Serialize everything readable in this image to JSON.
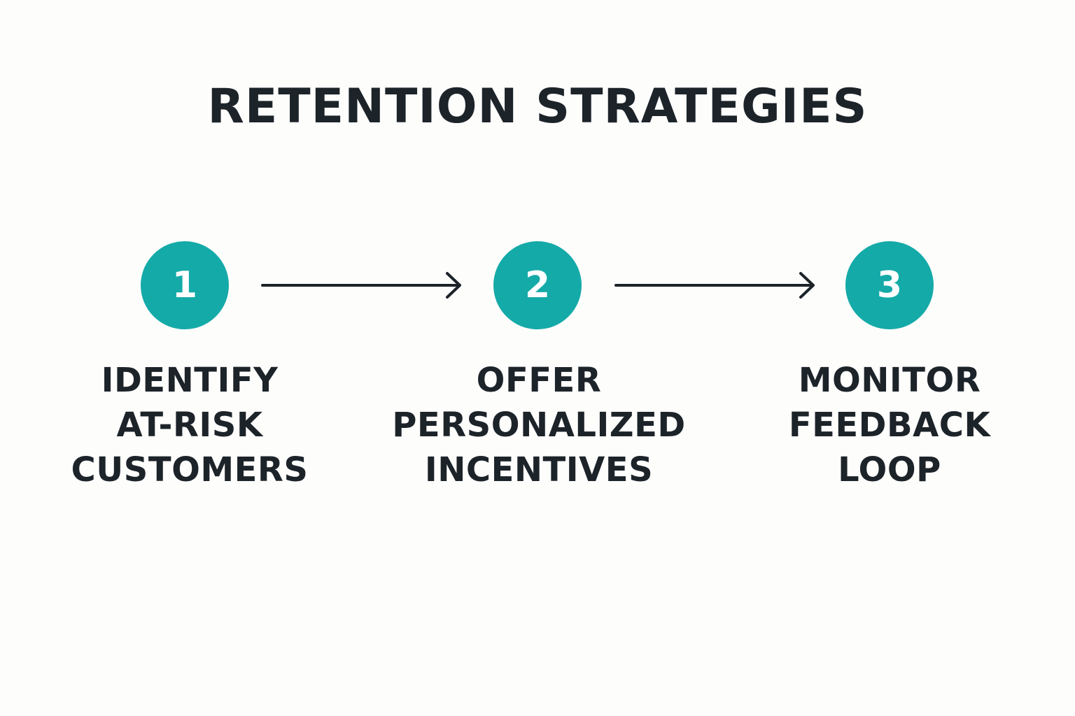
{
  "title": "RETENTION STRATEGIES",
  "colors": {
    "accent": "#14aaa8",
    "text": "#1c2329",
    "background": "#fdfdfc"
  },
  "steps": [
    {
      "number": "1",
      "label_lines": [
        "IDENTIFY",
        "AT-RISK",
        "CUSTOMERS"
      ]
    },
    {
      "number": "2",
      "label_lines": [
        "OFFER",
        "PERSONALIZED",
        "INCENTIVES"
      ]
    },
    {
      "number": "3",
      "label_lines": [
        "MONITOR",
        "FEEDBACK",
        "LOOP"
      ]
    }
  ],
  "connectors": [
    "arrow-right-icon",
    "arrow-right-icon"
  ]
}
